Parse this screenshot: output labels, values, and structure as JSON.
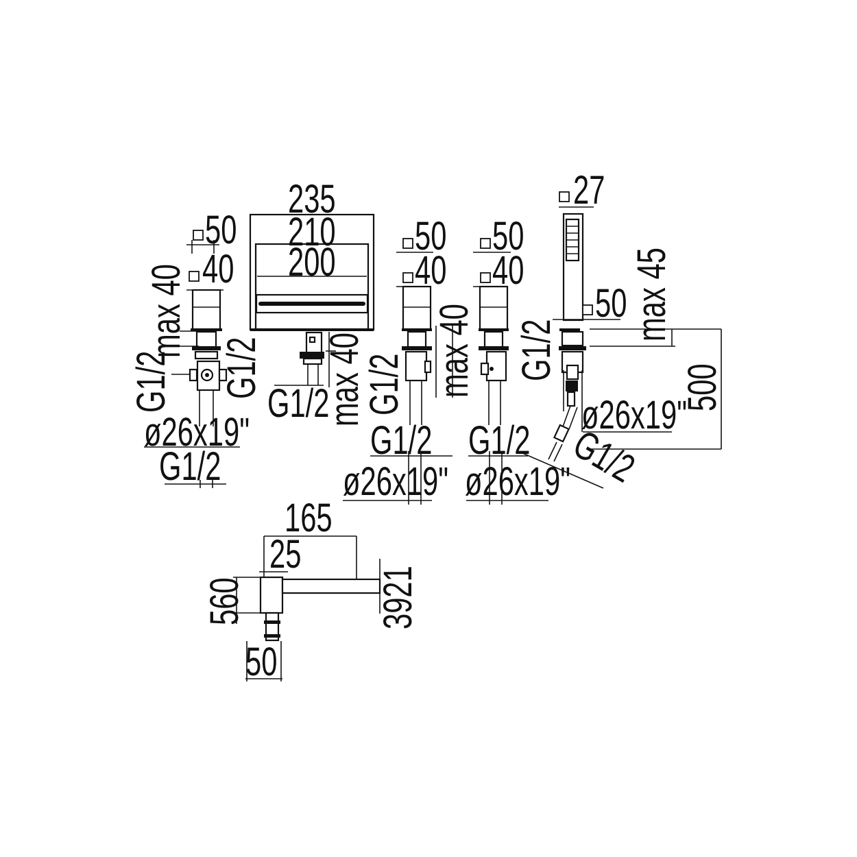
{
  "drawing": {
    "spout": {
      "w235": "235",
      "w210": "210",
      "w200": "200",
      "max40": "max 40",
      "thread": "G1/2"
    },
    "valve_left": {
      "sq50": "50",
      "sq40": "40",
      "max40": "max 40",
      "thread_a": "G1/2",
      "thread_b": "G1/2",
      "hose": "ø26x19\"",
      "thread_c": "G1/2"
    },
    "valve_mid": {
      "sq50": "50",
      "sq40": "40",
      "max40": "max 40",
      "thread_a": "G1/2",
      "thread_b": "G1/2",
      "hose": "ø26x19\""
    },
    "valve_right": {
      "sq50": "50",
      "sq40": "40",
      "thread_a": "G1/2",
      "thread_b": "G1/2",
      "hose": "ø26x19\""
    },
    "hand_shower": {
      "sq27": "27",
      "sq50": "50",
      "max45": "max 45",
      "len500": "500",
      "hose": "ø26x19\"",
      "thread": "G1/2"
    },
    "bottom_spout": {
      "w165": "165",
      "w25": "25",
      "h560": "560",
      "h3921": "3921",
      "w50": "50"
    }
  }
}
